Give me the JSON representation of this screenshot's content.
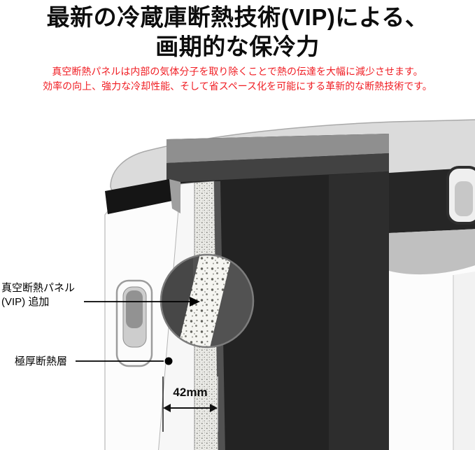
{
  "heading": {
    "line1": "最新の冷蔵庫断熱技術(VIP)による、",
    "line2": "画期的な保冷力",
    "color": "#0d0d0d"
  },
  "description": {
    "line1": "真空断熱パネルは内部の気体分子を取り除くことで熱の伝達を大幅に減少させます。",
    "line2": "効率の向上、強力な冷却性能、そして省スペース化を可能にする革新的な断熱技術です。",
    "color": "#f01d23"
  },
  "diagram": {
    "vip_label": {
      "line1": "真空断熱パネル",
      "line2": "(VIP) 追加"
    },
    "insulation_label": "極厚断熱層",
    "thickness_label": "42mm",
    "colors": {
      "cavity_dark": "#232323",
      "lid_gray": "#dbdbdb",
      "seal_black": "#151515",
      "insulation_speckle_base": "#e9e9e5"
    }
  }
}
